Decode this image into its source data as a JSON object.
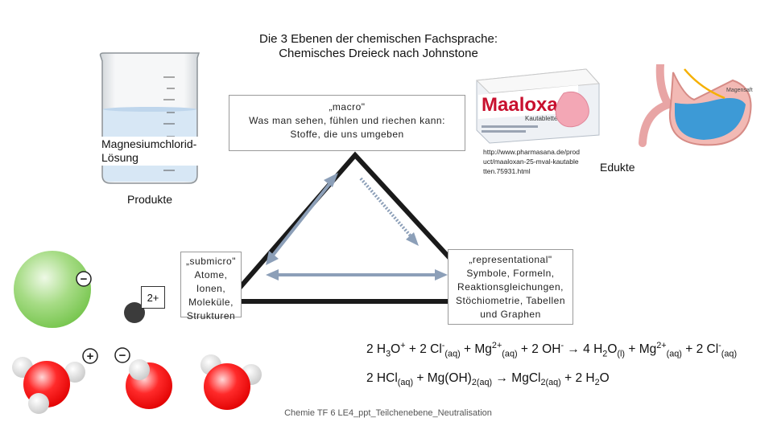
{
  "title": {
    "line1": "Die 3 Ebenen der chemischen  Fachsprache:",
    "line2": "Chemisches Dreieck nach Johnstone"
  },
  "macro": {
    "heading": "„macro\"",
    "line1": "Was man sehen, fühlen und riechen kann:",
    "line2": "Stoffe, die uns umgeben"
  },
  "submicro": {
    "heading": "„submicro\"",
    "lines": [
      "Atome,",
      "Ionen,",
      "Moleküle,",
      "Strukturen"
    ]
  },
  "representational": {
    "heading": "„representational\"",
    "lines": [
      "Symbole, Formeln,",
      "Reaktionsgleichungen,",
      "Stöchiometrie, Tabellen",
      "und Graphen"
    ]
  },
  "beaker_label": "Magnesiumchlorid-Lösung",
  "produkte_label": "Produkte",
  "edukte_label": "Edukte",
  "product_image": {
    "brand": "Maaloxan",
    "subtitle": "Kautabletten",
    "stomach_label": "Magensaft"
  },
  "source_url": "http://www.pharmasana.de/product/maaloxan-25-mval-kautabletten.75931.html",
  "ion_charges": {
    "chloride": "−",
    "magnesium": "2+",
    "hydronium": "+",
    "hydroxide": "−"
  },
  "equation1": {
    "t1": "2 H",
    "s1": "3",
    "t2": "O",
    "p1": "+",
    "t3": " + 2 Cl",
    "p2": "-",
    "s2": "(aq)",
    "t4": " + Mg",
    "p3": "2+",
    "s3": "(aq)",
    "t5": " + 2 OH",
    "p4": "-",
    "t6": " → 4 H",
    "s4": "2",
    "t7": "O",
    "s5": "(l)",
    "t8": " + Mg",
    "p5": "2+",
    "s6": "(aq)",
    "t9": " + 2 Cl",
    "p6": "-",
    "s7": "(aq)"
  },
  "equation2": {
    "t1": "2 HCl",
    "s1": "(aq)",
    "t2": " + Mg(OH)",
    "s2": "2(aq)",
    "t3": " → MgCl",
    "s3": "2(aq)",
    "t4": " + 2 H",
    "s4": "2",
    "t5": "O"
  },
  "footer": "Chemie TF 6 LE4_ppt_Teilchenebene_Neutralisation",
  "colors": {
    "triangle": "#1a1a1a",
    "arrow": "#8c9fb8",
    "chloride": "#8fd36a",
    "oxygen": "#ee1111",
    "hydrogen": "#d9d9d9",
    "magnesium": "#3b3b3b",
    "water": "#cfe3f5"
  }
}
